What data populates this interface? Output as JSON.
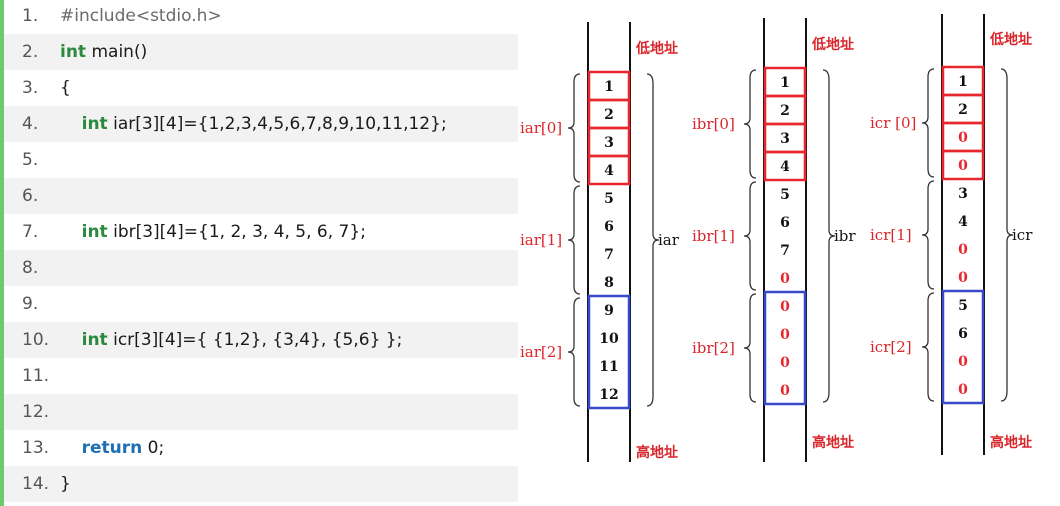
{
  "code": {
    "lines": [
      {
        "num": "1.",
        "parts": [
          {
            "t": "#include<stdio.h>",
            "c": "include"
          }
        ]
      },
      {
        "num": "2.",
        "parts": [
          {
            "t": "int",
            "c": "kw-green"
          },
          {
            "t": " main()",
            "c": ""
          }
        ]
      },
      {
        "num": "3.",
        "parts": [
          {
            "t": "{",
            "c": ""
          }
        ]
      },
      {
        "num": "4.",
        "parts": [
          {
            "t": "    ",
            "c": ""
          },
          {
            "t": "int",
            "c": "kw-green"
          },
          {
            "t": " iar[3][4]={1,2,3,4,5,6,7,8,9,10,11,12};",
            "c": ""
          }
        ]
      },
      {
        "num": "5.",
        "parts": []
      },
      {
        "num": "6.",
        "parts": []
      },
      {
        "num": "7.",
        "parts": [
          {
            "t": "    ",
            "c": ""
          },
          {
            "t": "int",
            "c": "kw-green"
          },
          {
            "t": " ibr[3][4]={1, 2, 3, 4, 5, 6, 7};",
            "c": ""
          }
        ]
      },
      {
        "num": "8.",
        "parts": []
      },
      {
        "num": "9.",
        "parts": []
      },
      {
        "num": "10.",
        "parts": [
          {
            "t": "    ",
            "c": ""
          },
          {
            "t": "int",
            "c": "kw-green"
          },
          {
            "t": " icr[3][4]={ {1,2}, {3,4}, {5,6} };",
            "c": ""
          }
        ]
      },
      {
        "num": "11.",
        "parts": []
      },
      {
        "num": "12.",
        "parts": []
      },
      {
        "num": "13.",
        "parts": [
          {
            "t": "    ",
            "c": ""
          },
          {
            "t": "return",
            "c": "kw-blue"
          },
          {
            "t": " 0;",
            "c": ""
          }
        ]
      },
      {
        "num": "14.",
        "parts": [
          {
            "t": "}",
            "c": ""
          }
        ]
      }
    ]
  },
  "diagram": {
    "low_address_label": "低地址",
    "high_address_label": "高地址",
    "colors": {
      "red": "#e8262d",
      "blue": "#3a49c9",
      "black": "#111111",
      "label_red": "#d9262a"
    },
    "arrays": [
      {
        "name": "iar",
        "rows": [
          {
            "label": "iar[0]",
            "values": [
              "1",
              "2",
              "3",
              "4"
            ],
            "box": "red",
            "zero_red": false
          },
          {
            "label": "iar[1]",
            "values": [
              "5",
              "6",
              "7",
              "8"
            ],
            "box": "none",
            "zero_red": false
          },
          {
            "label": "iar[2]",
            "values": [
              "9",
              "10",
              "11",
              "12"
            ],
            "box": "blue",
            "zero_red": false
          }
        ]
      },
      {
        "name": "ibr",
        "rows": [
          {
            "label": "ibr[0]",
            "values": [
              "1",
              "2",
              "3",
              "4"
            ],
            "box": "red",
            "zero_red": true
          },
          {
            "label": "ibr[1]",
            "values": [
              "5",
              "6",
              "7",
              "0"
            ],
            "box": "none",
            "zero_red": true
          },
          {
            "label": "ibr[2]",
            "values": [
              "0",
              "0",
              "0",
              "0"
            ],
            "box": "blue",
            "zero_red": true
          }
        ]
      },
      {
        "name": "icr",
        "rows": [
          {
            "label": "icr [0]",
            "values": [
              "1",
              "2",
              "0",
              "0"
            ],
            "box": "red",
            "zero_red": true
          },
          {
            "label": "icr[1]",
            "values": [
              "3",
              "4",
              "0",
              "0"
            ],
            "box": "none",
            "zero_red": true
          },
          {
            "label": "icr[2]",
            "values": [
              "5",
              "6",
              "0",
              "0"
            ],
            "box": "blue",
            "zero_red": true
          }
        ]
      }
    ]
  }
}
